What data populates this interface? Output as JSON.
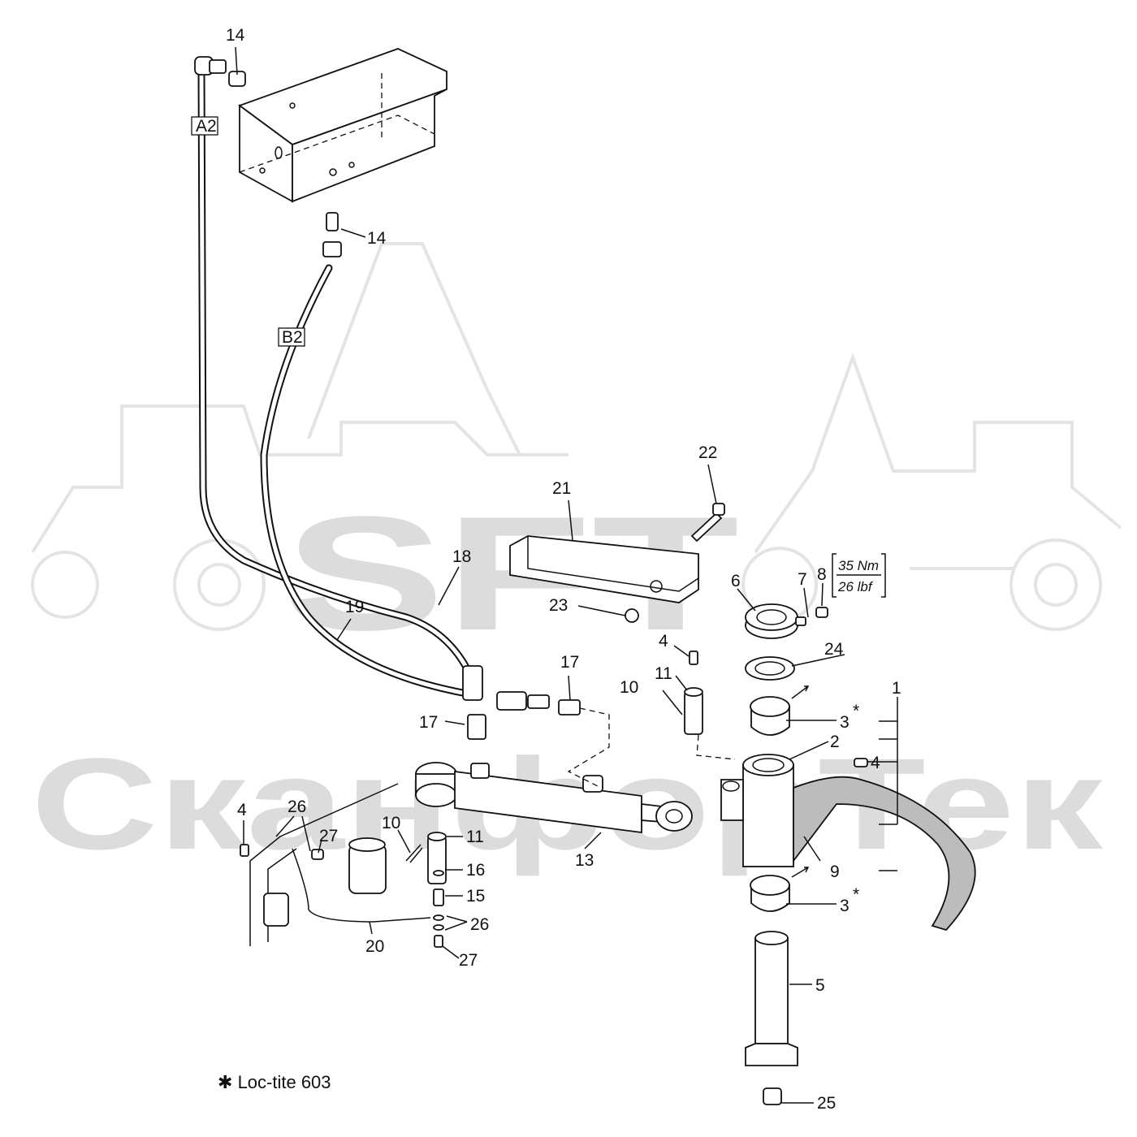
{
  "watermark": {
    "logo": "SFT",
    "company": "СканфорТек"
  },
  "hose_tags": {
    "a2": "A2",
    "b2": "B2"
  },
  "torque": {
    "nm": "35 Nm",
    "lbf": "26 lbf"
  },
  "footnote": {
    "star": "✱",
    "text": "Loc-tite 603"
  },
  "callouts": {
    "c14a": "14",
    "c14b": "14",
    "c18": "18",
    "c19": "19",
    "c17a": "17",
    "c17b": "17",
    "c21": "21",
    "c22": "22",
    "c23": "23",
    "c6": "6",
    "c7": "7",
    "c8": "8",
    "c4a": "4",
    "c24": "24",
    "c11a": "11",
    "c10a": "10",
    "c1": "1",
    "c3a": "3",
    "c2": "2",
    "c4b": "4",
    "c13": "13",
    "c4c": "4",
    "c26a": "26",
    "c27a": "27",
    "c10b": "10",
    "c11b": "11",
    "c16": "16",
    "c15": "15",
    "c26b": "26",
    "c20": "20",
    "c27b": "27",
    "c9": "9",
    "c3b": "3",
    "c5": "5",
    "c25": "25"
  },
  "asterisks": {
    "s1": "*",
    "s2": "*"
  }
}
